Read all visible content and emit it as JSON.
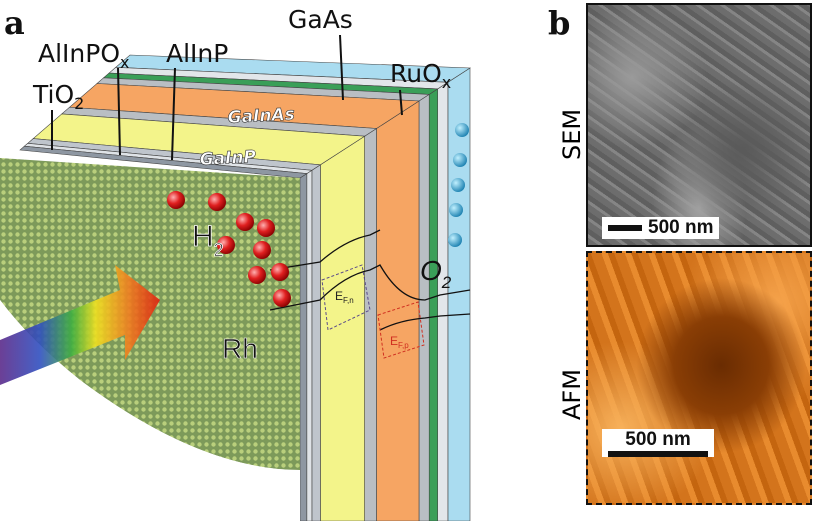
{
  "panel_a": {
    "label": "a",
    "layers": {
      "tio2": "TiO",
      "tio2_sub": "2",
      "alinpox": "AlInPO",
      "alinpox_sub": "x",
      "alinp": "AlInP",
      "gaas": "GaAs",
      "ruox": "RuO",
      "ruox_sub": "x",
      "gainas": "GaInAs",
      "gainp": "GaInP"
    },
    "h2": "H",
    "h2_sub": "2",
    "o2": "O",
    "o2_sub": "2",
    "rh": "Rh",
    "efn": "E",
    "efn_sub": "F,n",
    "efp": "E",
    "efp_sub": "F,p"
  },
  "panel_b": {
    "label": "b",
    "sem_label": "SEM",
    "afm_label": "AFM",
    "sem_scale": "500 nm",
    "afm_scale": "500 nm"
  }
}
